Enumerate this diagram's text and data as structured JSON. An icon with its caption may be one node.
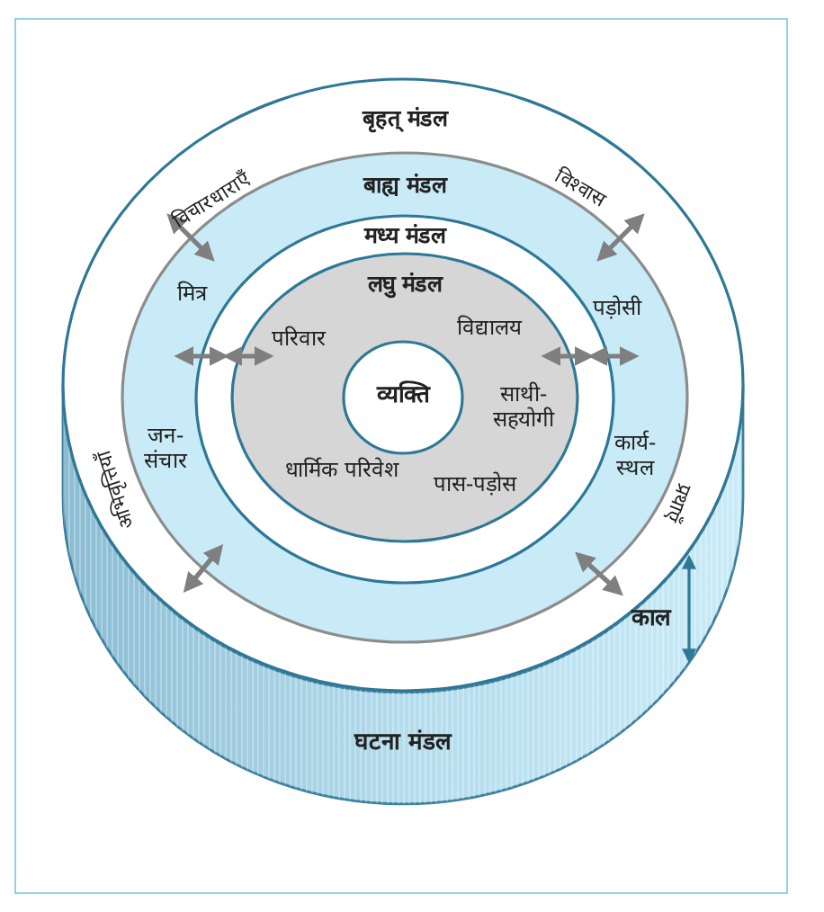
{
  "diagram": {
    "nodes": [
      {
        "text": [
          "बृहत् मंडल",
          "विचारधाराएँ",
          "विश्वास",
          "अभिवृत्तियाँ",
          "प्रथाएँ"
        ]
      },
      {
        "text": [
          "बाह्य मंडल",
          "मित्र",
          "पड़ोसी",
          "जन- संचार",
          "कार्य- स्थल"
        ],
        "in": 0
      },
      {
        "text": [
          "मध्य मंडल"
        ],
        "in": 1
      },
      {
        "text": [
          "लघु मंडल",
          "परिवार",
          "विद्यालय",
          "साथी- सहयोगी",
          "धार्मिक परिवेश",
          "पास-पड़ोस"
        ],
        "in": 2
      },
      {
        "text": [
          "व्यक्ति"
        ],
        "in": 3
      },
      {
        "text": [
          "घटना मंडल"
        ]
      }
    ],
    "edges": [
      {
        "from": 0,
        "to": 1,
        "arrow": "both"
      },
      {
        "from": 0,
        "to": 1,
        "arrow": "both"
      },
      {
        "from": 1,
        "to": 2,
        "arrow": "both"
      },
      {
        "from": 2,
        "to": 3,
        "arrow": "both"
      },
      {
        "from": 3,
        "to": 2,
        "arrow": "both"
      },
      {
        "from": 2,
        "to": 1,
        "arrow": "both"
      },
      {
        "from": 0,
        "to": 1,
        "arrow": "both"
      },
      {
        "from": 1,
        "to": 0,
        "arrow": "both"
      }
    ],
    "labels": [
      "काल"
    ]
  }
}
